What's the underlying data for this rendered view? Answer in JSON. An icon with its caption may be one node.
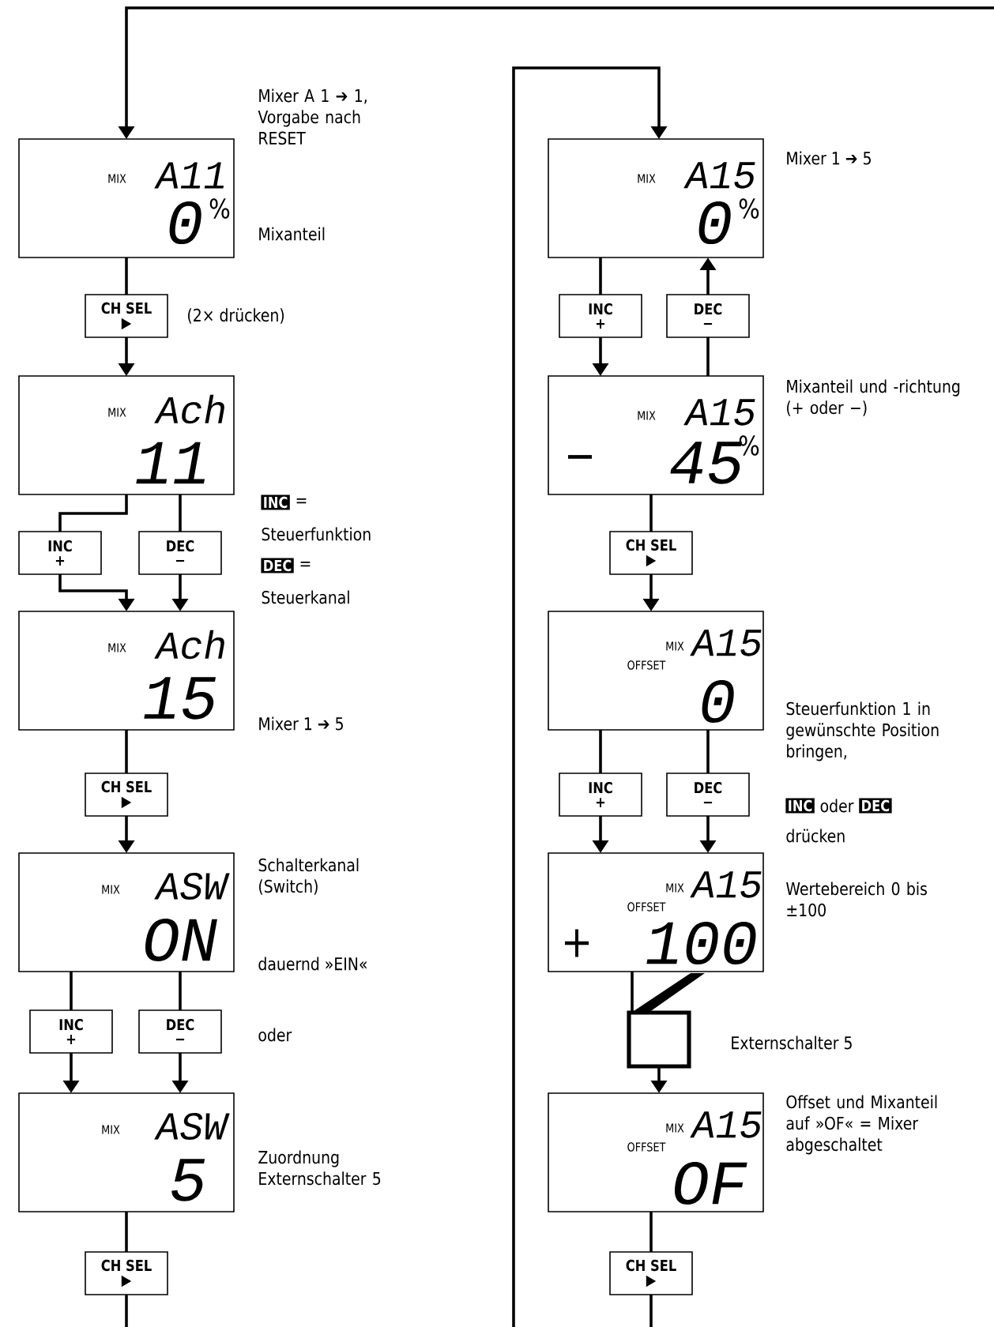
{
  "diagram": {
    "nodes": [
      {
        "text": [
          "MIX",
          "A11",
          "0",
          "%"
        ],
        "beside": [
          "Mixer A 1 ➔ 1, Vorgabe nach RESET",
          "Mixanteil"
        ]
      },
      {
        "text": [
          "CH SEL",
          "▶"
        ],
        "beside": [
          "(2× drücken)"
        ]
      },
      {
        "text": [
          "MIX",
          "Ach",
          "11"
        ]
      },
      {
        "text": [
          "INC",
          "+"
        ]
      },
      {
        "text": [
          "DEC",
          "−"
        ]
      },
      {
        "text": [
          "MIX",
          "Ach",
          "15"
        ],
        "beside": [
          "Mixer 1 ➔ 5"
        ]
      },
      {
        "text": [
          "CH SEL",
          "▶"
        ]
      },
      {
        "text": [
          "MIX",
          "ASW",
          "ON"
        ],
        "beside": [
          "Schalterkanal (Switch)",
          "dauernd »EIN«"
        ]
      },
      {
        "text": [
          "INC",
          "+"
        ]
      },
      {
        "text": [
          "DEC",
          "−"
        ]
      },
      {
        "text": [
          "MIX",
          "ASW",
          "5"
        ],
        "beside": [
          "Zuordnung Externschalter 5"
        ]
      },
      {
        "text": [
          "CH SEL",
          "▶"
        ]
      },
      {
        "text": [
          "MIX",
          "A15",
          "0",
          "%"
        ],
        "beside": [
          "Mixer 1 ➔ 5"
        ]
      },
      {
        "text": [
          "INC",
          "+"
        ]
      },
      {
        "text": [
          "DEC",
          "−"
        ]
      },
      {
        "text": [
          "MIX",
          "A15",
          "−",
          "45",
          "%"
        ],
        "beside": [
          "Mixanteil und -richtung (+ oder −)"
        ]
      },
      {
        "text": [
          "CH SEL",
          "▶"
        ]
      },
      {
        "text": [
          "MIX",
          "A15",
          "OFFSET",
          "0"
        ]
      },
      {
        "text": [
          "INC",
          "+"
        ]
      },
      {
        "text": [
          "DEC",
          "−"
        ]
      },
      {
        "text": [
          "MIX",
          "A15",
          "OFFSET",
          "+",
          "100"
        ],
        "beside": [
          "Wertebereich 0 bis ±100"
        ]
      },
      {
        "text": [],
        "shape": "box",
        "beside": [
          "Externschalter 5"
        ]
      },
      {
        "text": [
          "MIX",
          "A15",
          "OFFSET",
          "OF"
        ],
        "beside": [
          "Offset und Mixanteil auf »OF« = Mixer abgeschaltet"
        ]
      },
      {
        "text": [
          "CH SEL",
          "▶"
        ]
      }
    ],
    "edges": [
      {
        "from": null,
        "to": 0,
        "arrow": "to"
      },
      {
        "from": 0,
        "to": 1,
        "arrow": "none"
      },
      {
        "from": 1,
        "to": 2,
        "arrow": "to"
      },
      {
        "from": 2,
        "to": 3,
        "arrow": "none"
      },
      {
        "from": 2,
        "to": 4,
        "arrow": "none"
      },
      {
        "from": 3,
        "to": 5,
        "arrow": "to"
      },
      {
        "from": 4,
        "to": 5,
        "arrow": "to"
      },
      {
        "from": 5,
        "to": 6,
        "arrow": "none"
      },
      {
        "from": 6,
        "to": 7,
        "arrow": "to"
      },
      {
        "from": 7,
        "to": 8,
        "arrow": "none"
      },
      {
        "from": 7,
        "to": 9,
        "arrow": "none"
      },
      {
        "from": 8,
        "to": 10,
        "arrow": "to"
      },
      {
        "from": 9,
        "to": 10,
        "arrow": "to"
      },
      {
        "from": 10,
        "to": 11,
        "arrow": "none"
      },
      {
        "from": 11,
        "to": null,
        "arrow": "none"
      },
      {
        "from": null,
        "to": 12,
        "arrow": "to"
      },
      {
        "from": 12,
        "to": 13,
        "arrow": "none"
      },
      {
        "from": 13,
        "to": 15,
        "arrow": "to"
      },
      {
        "from": 15,
        "to": 14,
        "arrow": "none"
      },
      {
        "from": 14,
        "to": 12,
        "arrow": "to"
      },
      {
        "from": 15,
        "to": 16,
        "arrow": "none"
      },
      {
        "from": 16,
        "to": 17,
        "arrow": "to"
      },
      {
        "from": 17,
        "to": 18,
        "arrow": "none"
      },
      {
        "from": 17,
        "to": 19,
        "arrow": "none"
      },
      {
        "from": 18,
        "to": 20,
        "arrow": "to"
      },
      {
        "from": 19,
        "to": 20,
        "arrow": "to"
      },
      {
        "from": 20,
        "to": 21,
        "arrow": "none"
      },
      {
        "from": 21,
        "to": 22,
        "arrow": "to"
      },
      {
        "from": 22,
        "to": 23,
        "arrow": "none"
      },
      {
        "from": 23,
        "to": null,
        "arrow": "none"
      }
    ],
    "labels": [
      "INC",
      "=",
      "Steuerfunktion",
      "DEC",
      "=",
      "Steuerkanal",
      "oder",
      "Steuerfunktion 1 in gewünschte Position bringen,",
      "INC",
      "oder",
      "DEC",
      "drücken"
    ]
  }
}
